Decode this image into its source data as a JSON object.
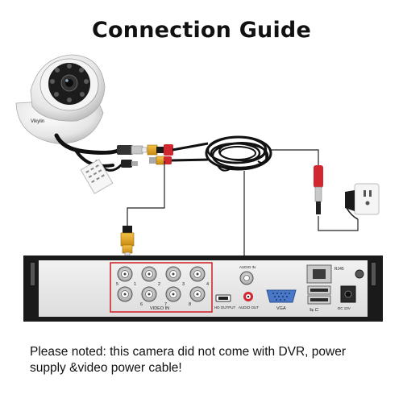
{
  "title": "Connection Guide",
  "note": "Please noted: this camera did not come with DVR, power supply &video power cable!",
  "camera": {
    "brand": "Vikylin"
  },
  "dvr": {
    "bnc_numbers": [
      "1",
      "2",
      "3",
      "4",
      "5",
      "6",
      "7",
      "8"
    ],
    "video_in_label": "VIDEO IN",
    "audio_in_label": "AUDIO IN",
    "audio_out_label": "AUDIO OUT",
    "hdmi_label": "HD OUTPUT",
    "vga_label": "VGA",
    "rj45_label": "RJ45",
    "dc_label": "DC 12V"
  },
  "colors": {
    "highlight": "#d0282e",
    "bnc_gold": "#e0a020",
    "cable": "#111111",
    "dvr_body": "#e8e8e8",
    "dvr_frame": "#1a1a1a"
  }
}
